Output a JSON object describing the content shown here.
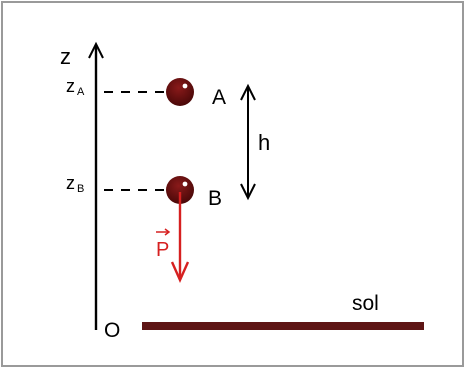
{
  "axis": {
    "label": "z",
    "origin_label": "O"
  },
  "levels": {
    "a": {
      "label": "z",
      "sub": "A"
    },
    "b": {
      "label": "z",
      "sub": "B"
    }
  },
  "balls": {
    "a": {
      "label": "A"
    },
    "b": {
      "label": "B"
    }
  },
  "height": {
    "label": "h"
  },
  "weight": {
    "label": "P"
  },
  "ground": {
    "label": "sol"
  },
  "colors": {
    "ball": "#6b0d0d",
    "ground": "#5e1515",
    "force": "#d62020",
    "line": "#000000",
    "border": "#9a9a9a"
  }
}
